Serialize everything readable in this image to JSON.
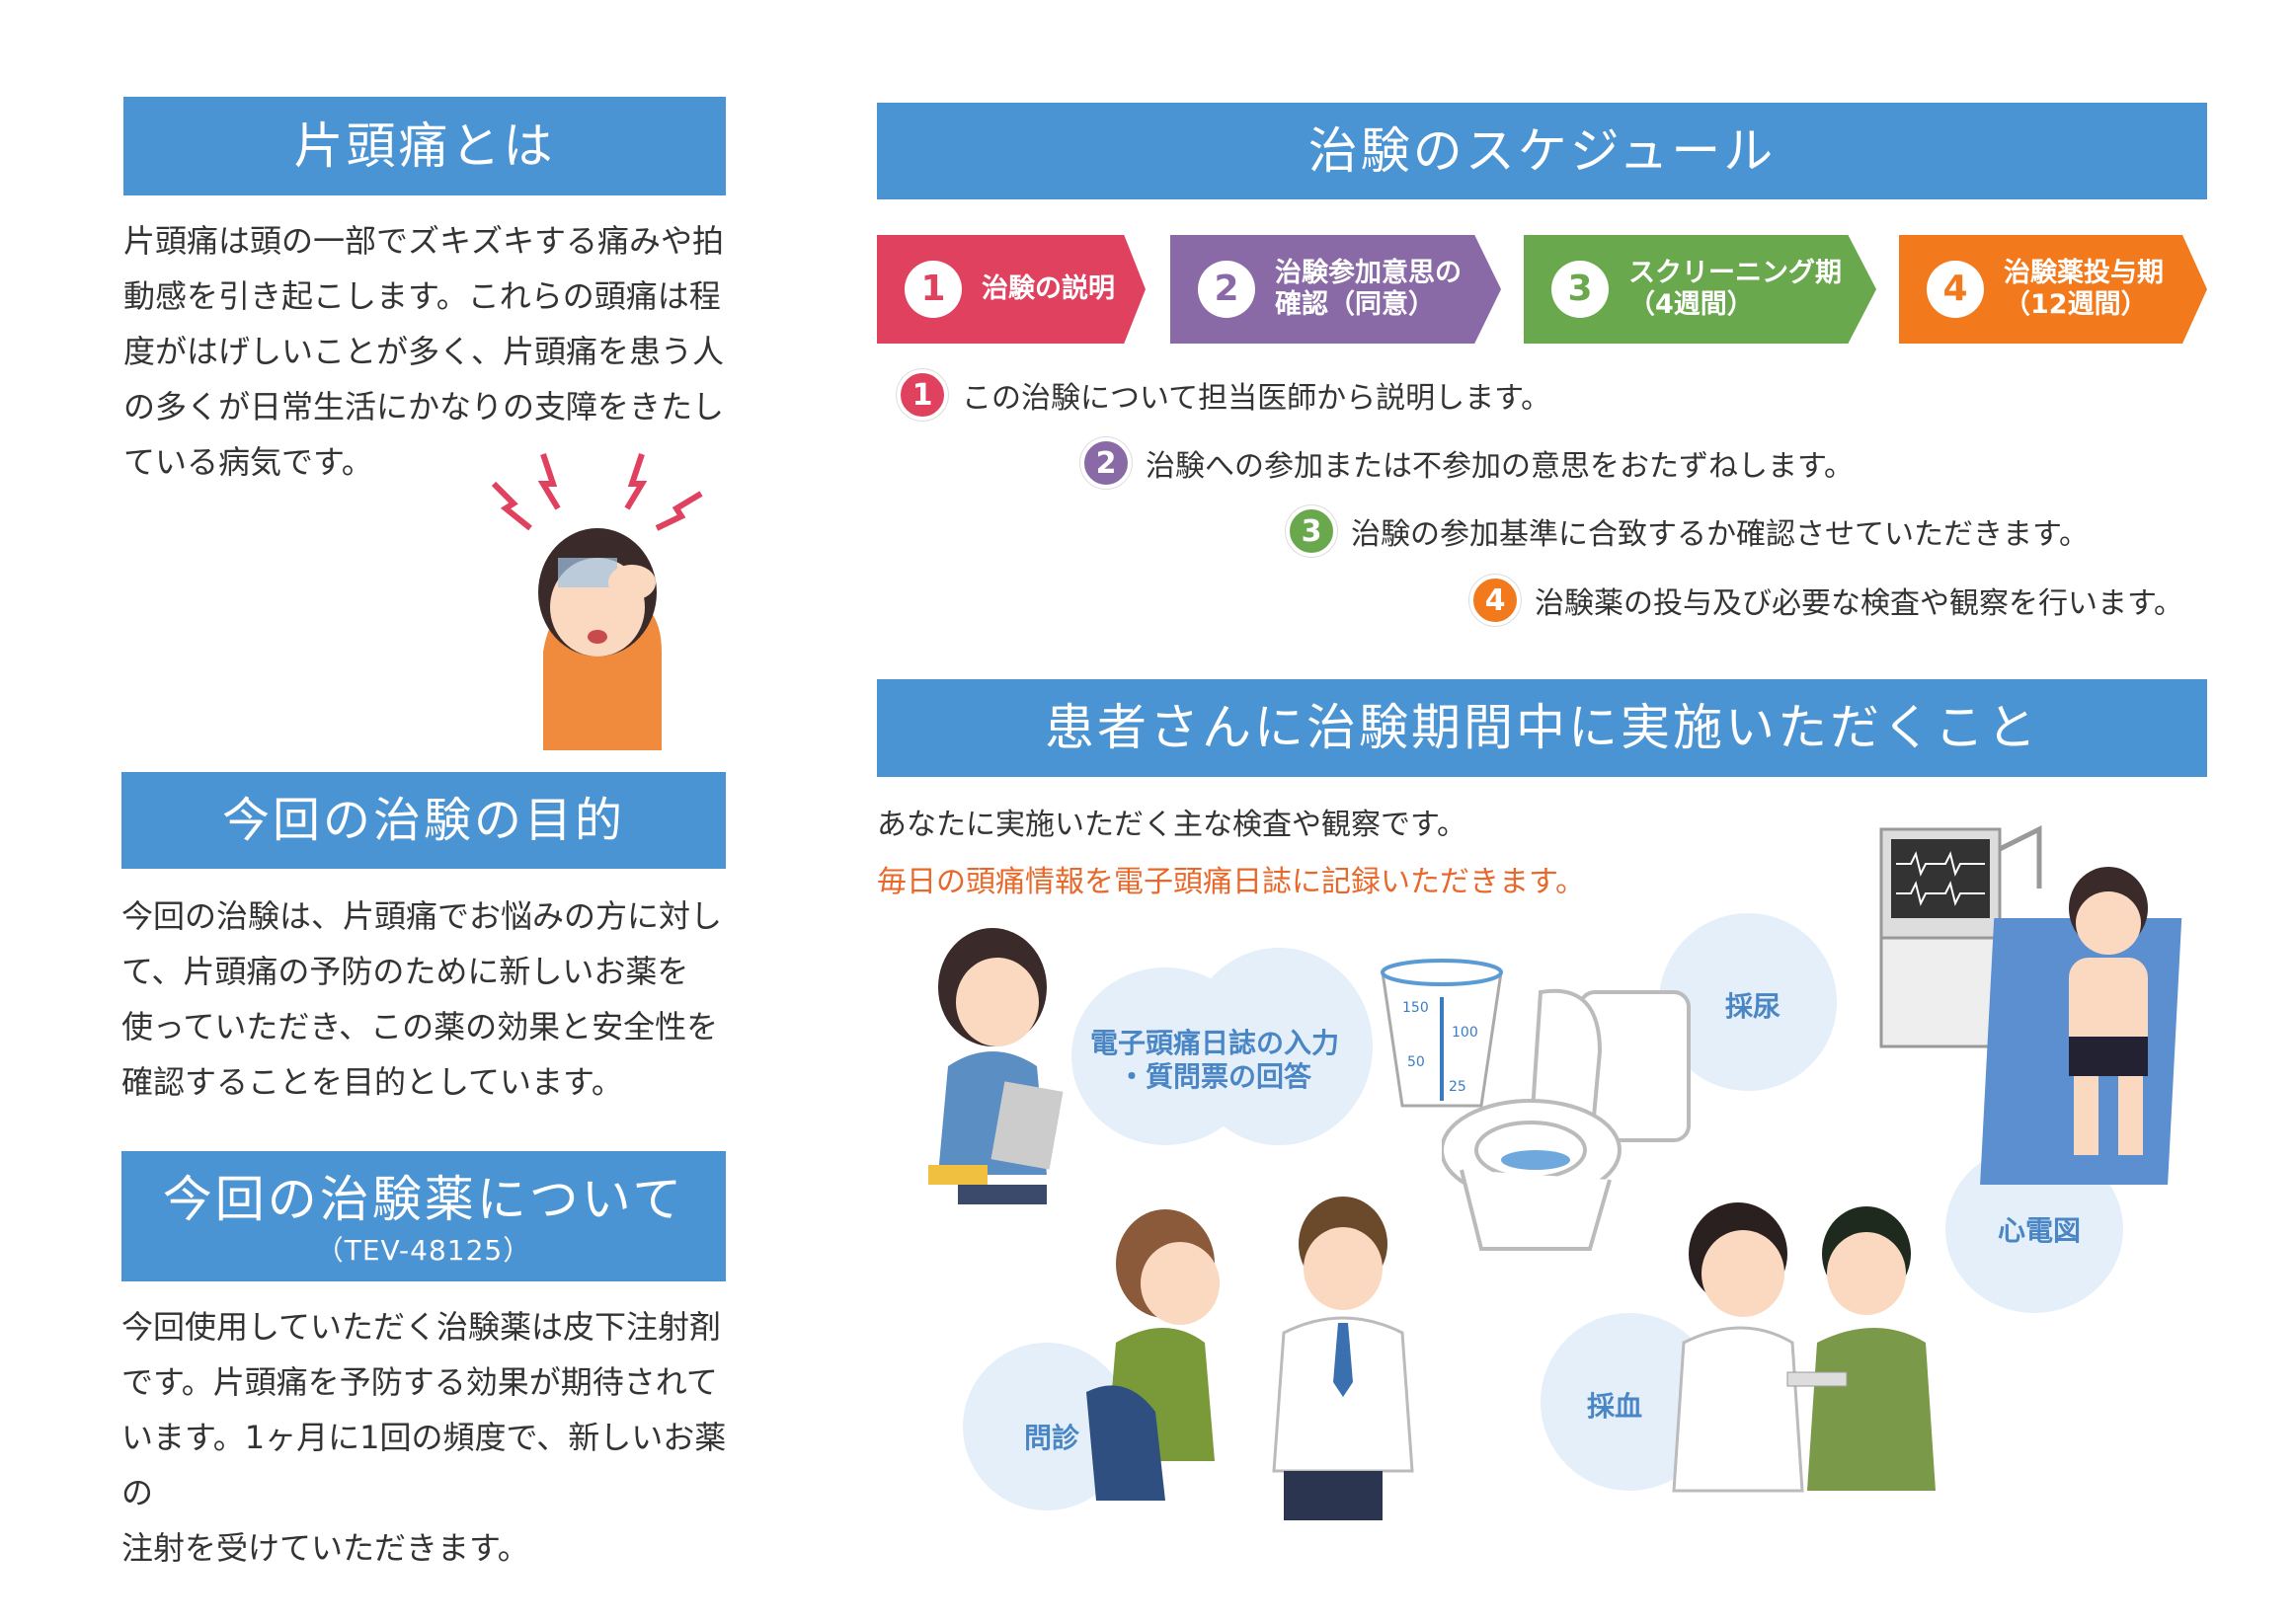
{
  "left": {
    "section1": {
      "title": "片頭痛とは",
      "lines": [
        "片頭痛は頭の一部でズキズキする痛みや拍",
        "動感を引き起こします。これらの頭痛は程",
        "度がはげしいことが多く、片頭痛を患う人",
        "の多くが日常生活にかなりの支障をきたし",
        "ている病気です。"
      ]
    },
    "section2": {
      "title": "今回の治験の目的",
      "lines": [
        "今回の治験は、片頭痛でお悩みの方に対し",
        "て、片頭痛の予防のために新しいお薬を",
        "使っていただき、この薬の効果と安全性を",
        "確認することを目的としています。"
      ]
    },
    "section3": {
      "title": "今回の治験薬について",
      "subtitle": "（TEV-48125）",
      "lines": [
        "今回使用していただく治験薬は皮下注射剤",
        "です。片頭痛を予防する効果が期待されて",
        "います。1ヶ月に1回の頻度で、新しいお薬の",
        "注射を受けていただきます。"
      ]
    }
  },
  "schedule": {
    "title": "治験のスケジュール",
    "steps": [
      {
        "num": "1",
        "line1": "治験の説明",
        "line2": "",
        "color": "#e0415f",
        "desc": "この治験について担当医師から説明します。"
      },
      {
        "num": "2",
        "line1": "治験参加意思の",
        "line2": "確認（同意）",
        "color": "#8a6aa6",
        "desc": "治験への参加または不参加の意思をおたずねします。"
      },
      {
        "num": "3",
        "line1": "スクリーニング期",
        "line2": "（4週間）",
        "color": "#6aa84e",
        "desc": "治験の参加基準に合致するか確認させていただきます。"
      },
      {
        "num": "4",
        "line1": "治験薬投与期",
        "line2": "（12週間）",
        "color": "#f27a1c",
        "desc": "治験薬の投与及び必要な検査や観察を行います。"
      }
    ]
  },
  "tasks": {
    "title": "患者さんに治験期間中に実施いただくこと",
    "intro": "あなたに実施いただく主な検査や観察です。",
    "highlight": "毎日の頭痛情報を電子頭痛日誌に記録いただきます。",
    "labels": {
      "diary1": "電子頭痛日誌の入力",
      "diary2": "・質問票の回答",
      "urine": "採尿",
      "ecg": "心電図",
      "interview": "問診",
      "blood": "採血"
    },
    "cup_marks": [
      "150",
      "100",
      "50",
      "25"
    ]
  },
  "colors": {
    "banner": "#4b94d3",
    "highlight": "#e8682a",
    "bubble": "#e4eff9"
  }
}
